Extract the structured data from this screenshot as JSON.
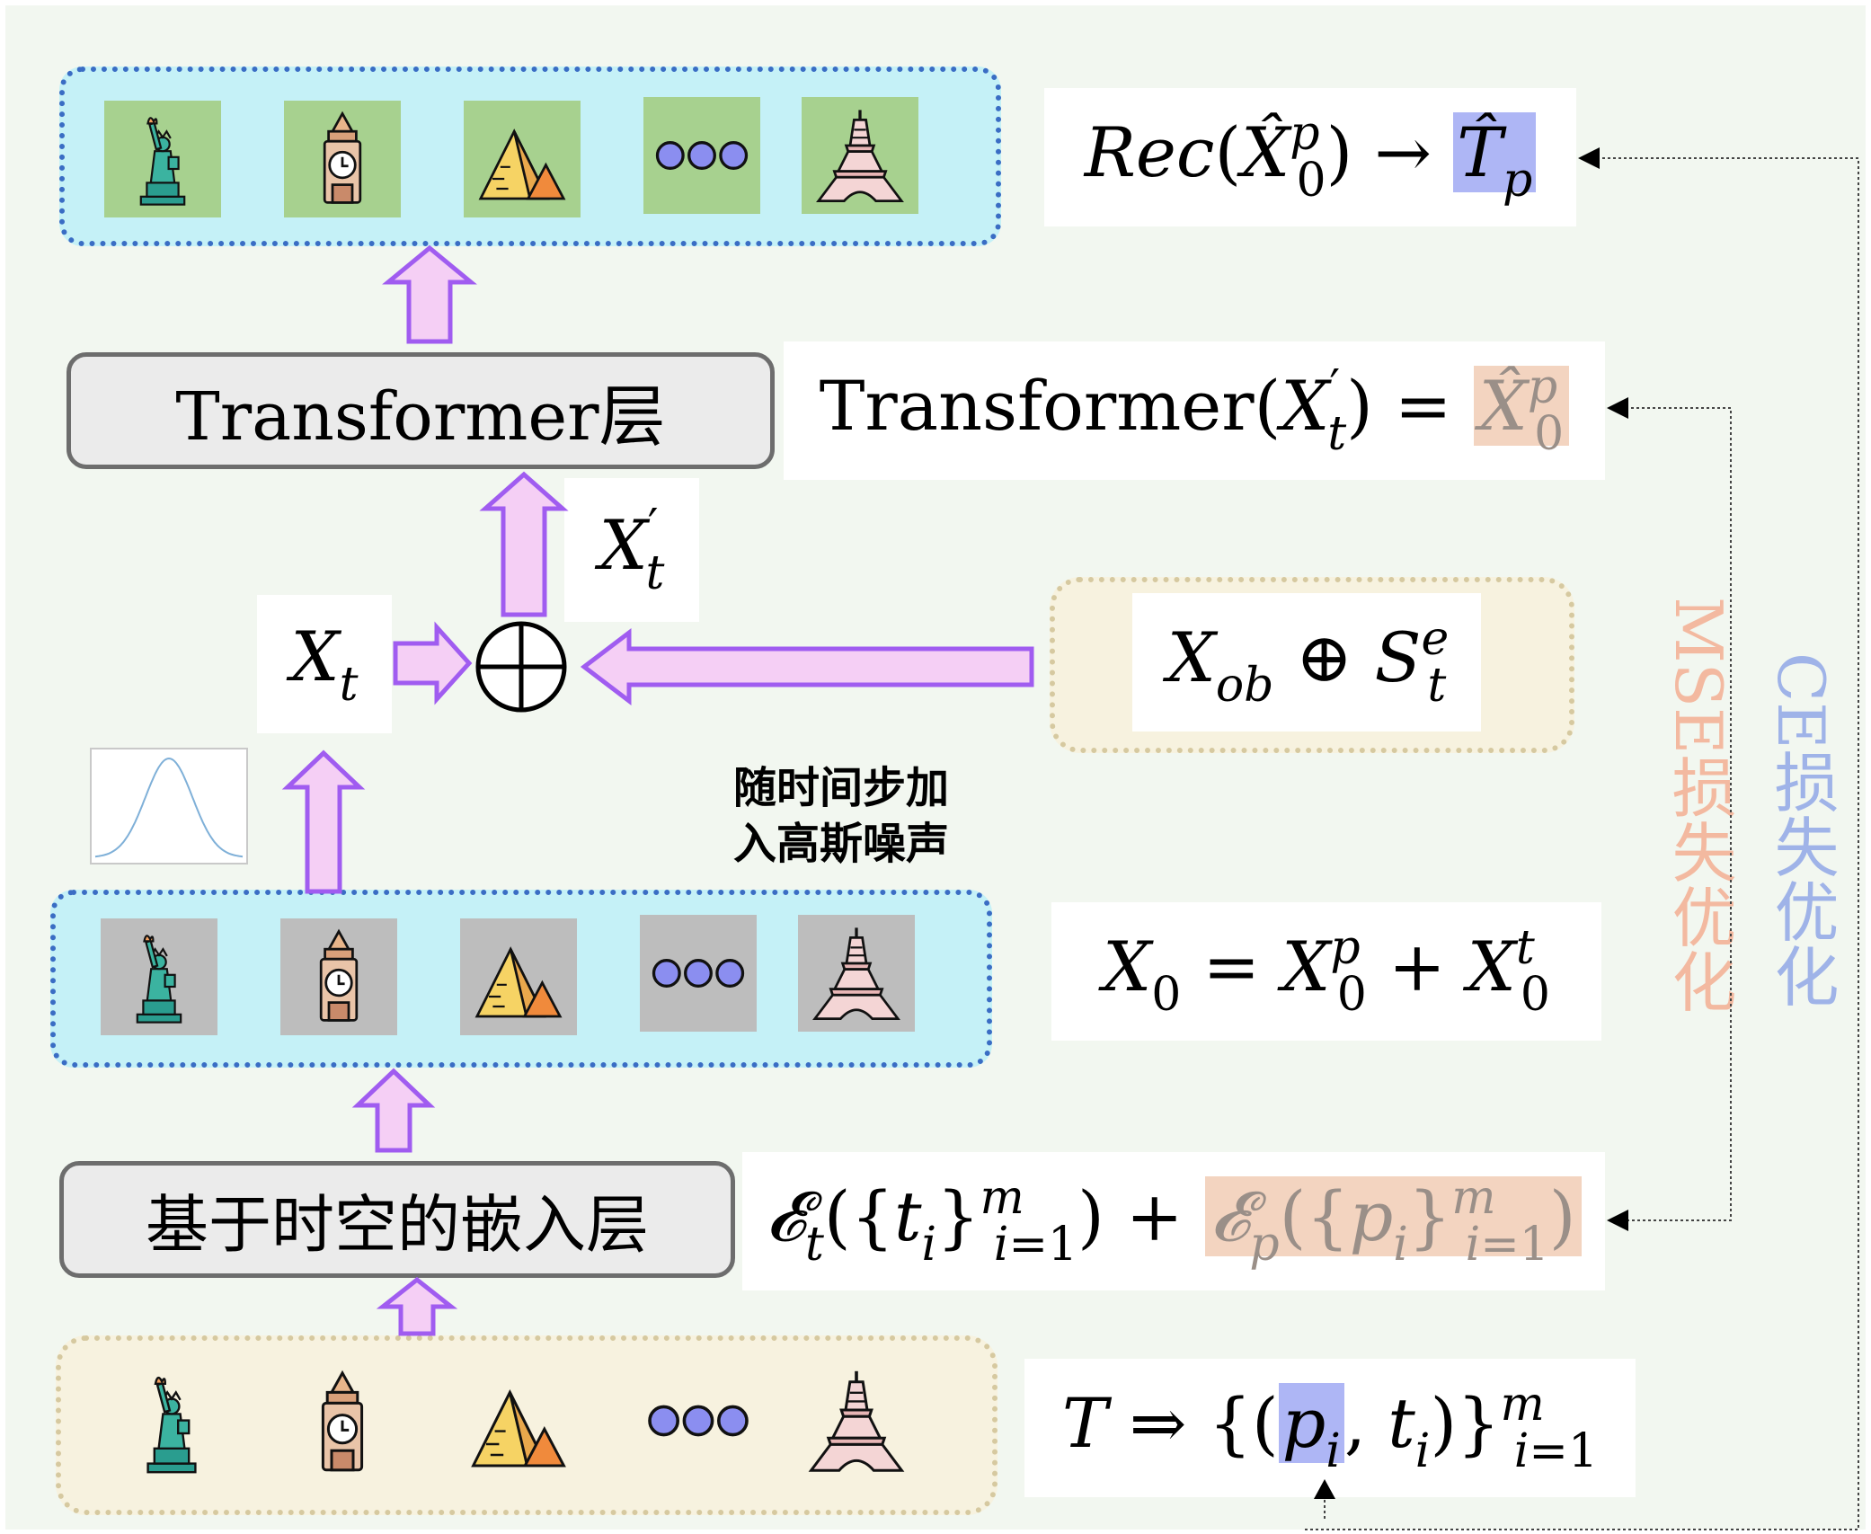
{
  "layers": {
    "transformer": "Transformer层",
    "embedding": "基于时空的嵌入层"
  },
  "noise_label": {
    "line1": "随时间步加",
    "line2": "入高斯噪声"
  },
  "loss_labels": {
    "mse": "MSE损失优化",
    "ce": "CE损失优化"
  },
  "formulas": {
    "rec": "Rec(X̂₀ᵖ) → T̂ₚ",
    "transformer": "Transformer(X′ₜ) = X̂₀ᵖ",
    "xt_prime": "X′ₜ",
    "xt": "Xₜ",
    "condition": "X_ob ⊕ Sₜᵉ",
    "x0": "X₀ = X₀ᵖ + X₀ᵗ",
    "embed": "𝓔ₜ({tᵢ}ᵢ₌₁ᵐ) + 𝓔ₚ({pᵢ}ᵢ₌₁ᵐ)",
    "input": "T ⇒ {(pᵢ, tᵢ)}ᵢ₌₁ᵐ"
  },
  "icons": [
    "statue-of-liberty",
    "big-ben-clock",
    "pyramids",
    "ellipsis-dots",
    "eiffel-tower"
  ],
  "colors": {
    "arrow_fill": "#f5cff5",
    "arrow_stroke": "#a05cf0",
    "blue_dash": "#3a6dc4",
    "cyan_fill": "#c5f1f7",
    "beige_dash": "#d6c9a0",
    "mse_color": "#f3b9a0",
    "ce_color": "#9fb3e8",
    "highlight_blue": "#aeb6f5",
    "highlight_orange": "#f3d4c0",
    "icon_bg_green": "#a7d18f",
    "icon_bg_gray": "#bdbdbd"
  }
}
